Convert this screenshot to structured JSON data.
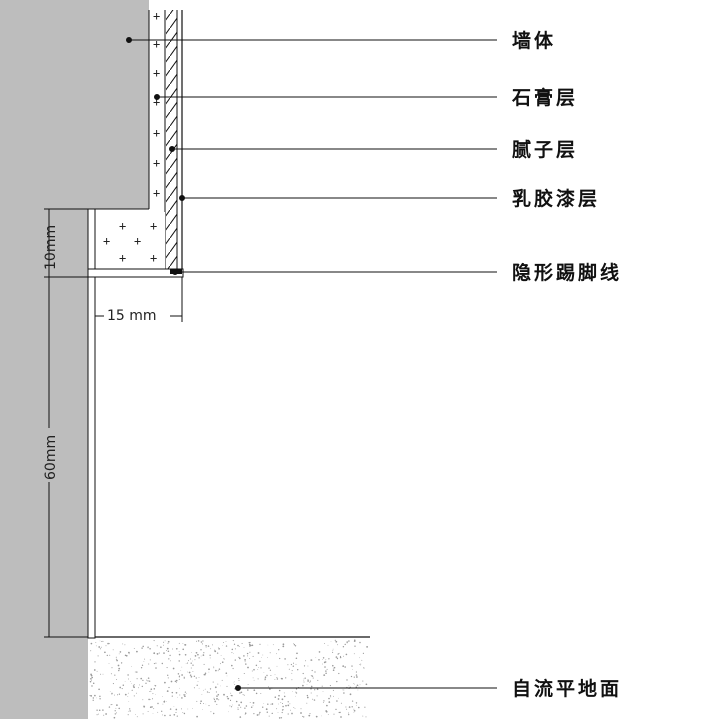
{
  "labels": {
    "wall": "墙体",
    "gypsum": "石膏层",
    "putty": "腻子层",
    "latex": "乳胶漆层",
    "skirting": "隐形踢脚线",
    "floor": "自流平地面"
  },
  "dimensions": {
    "gap": "10mm",
    "depth": "15 mm",
    "height": "60mm"
  },
  "colors": {
    "wall": "#bdbdbd",
    "line": "#111111",
    "floor_dots": "#9a9a9a"
  }
}
